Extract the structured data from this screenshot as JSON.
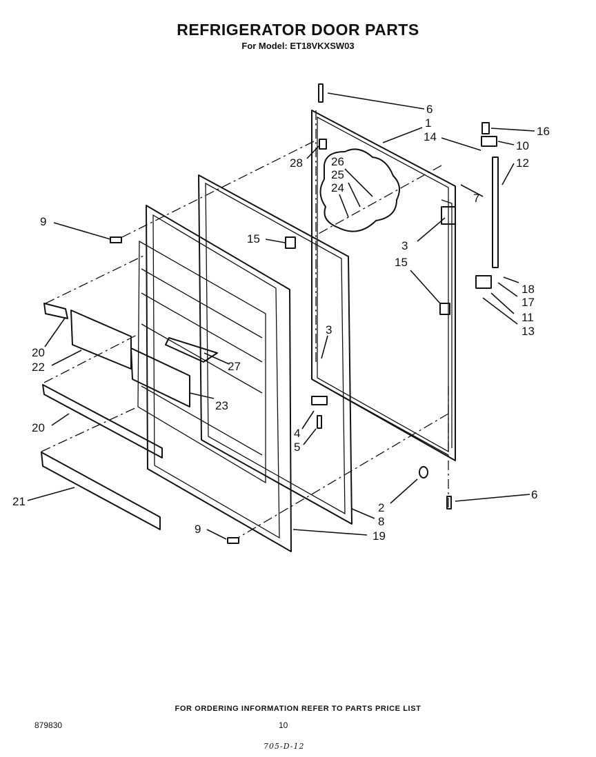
{
  "header": {
    "title": "REFRIGERATOR DOOR PARTS",
    "model": "For Model: ET18VKXSW03"
  },
  "footer": {
    "ordering_note": "FOR ORDERING INFORMATION REFER TO PARTS PRICE LIST",
    "doc_number": "879830",
    "page_number": "10",
    "handwritten_code": "705-D-12"
  },
  "callouts": [
    "6",
    "1",
    "16",
    "14",
    "10",
    "28",
    "26",
    "25",
    "24",
    "12",
    "7",
    "9",
    "15",
    "3",
    "15",
    "18",
    "17",
    "11",
    "13",
    "20",
    "22",
    "3",
    "27",
    "23",
    "20",
    "4",
    "5",
    "21",
    "2",
    "6",
    "8",
    "9",
    "19"
  ]
}
